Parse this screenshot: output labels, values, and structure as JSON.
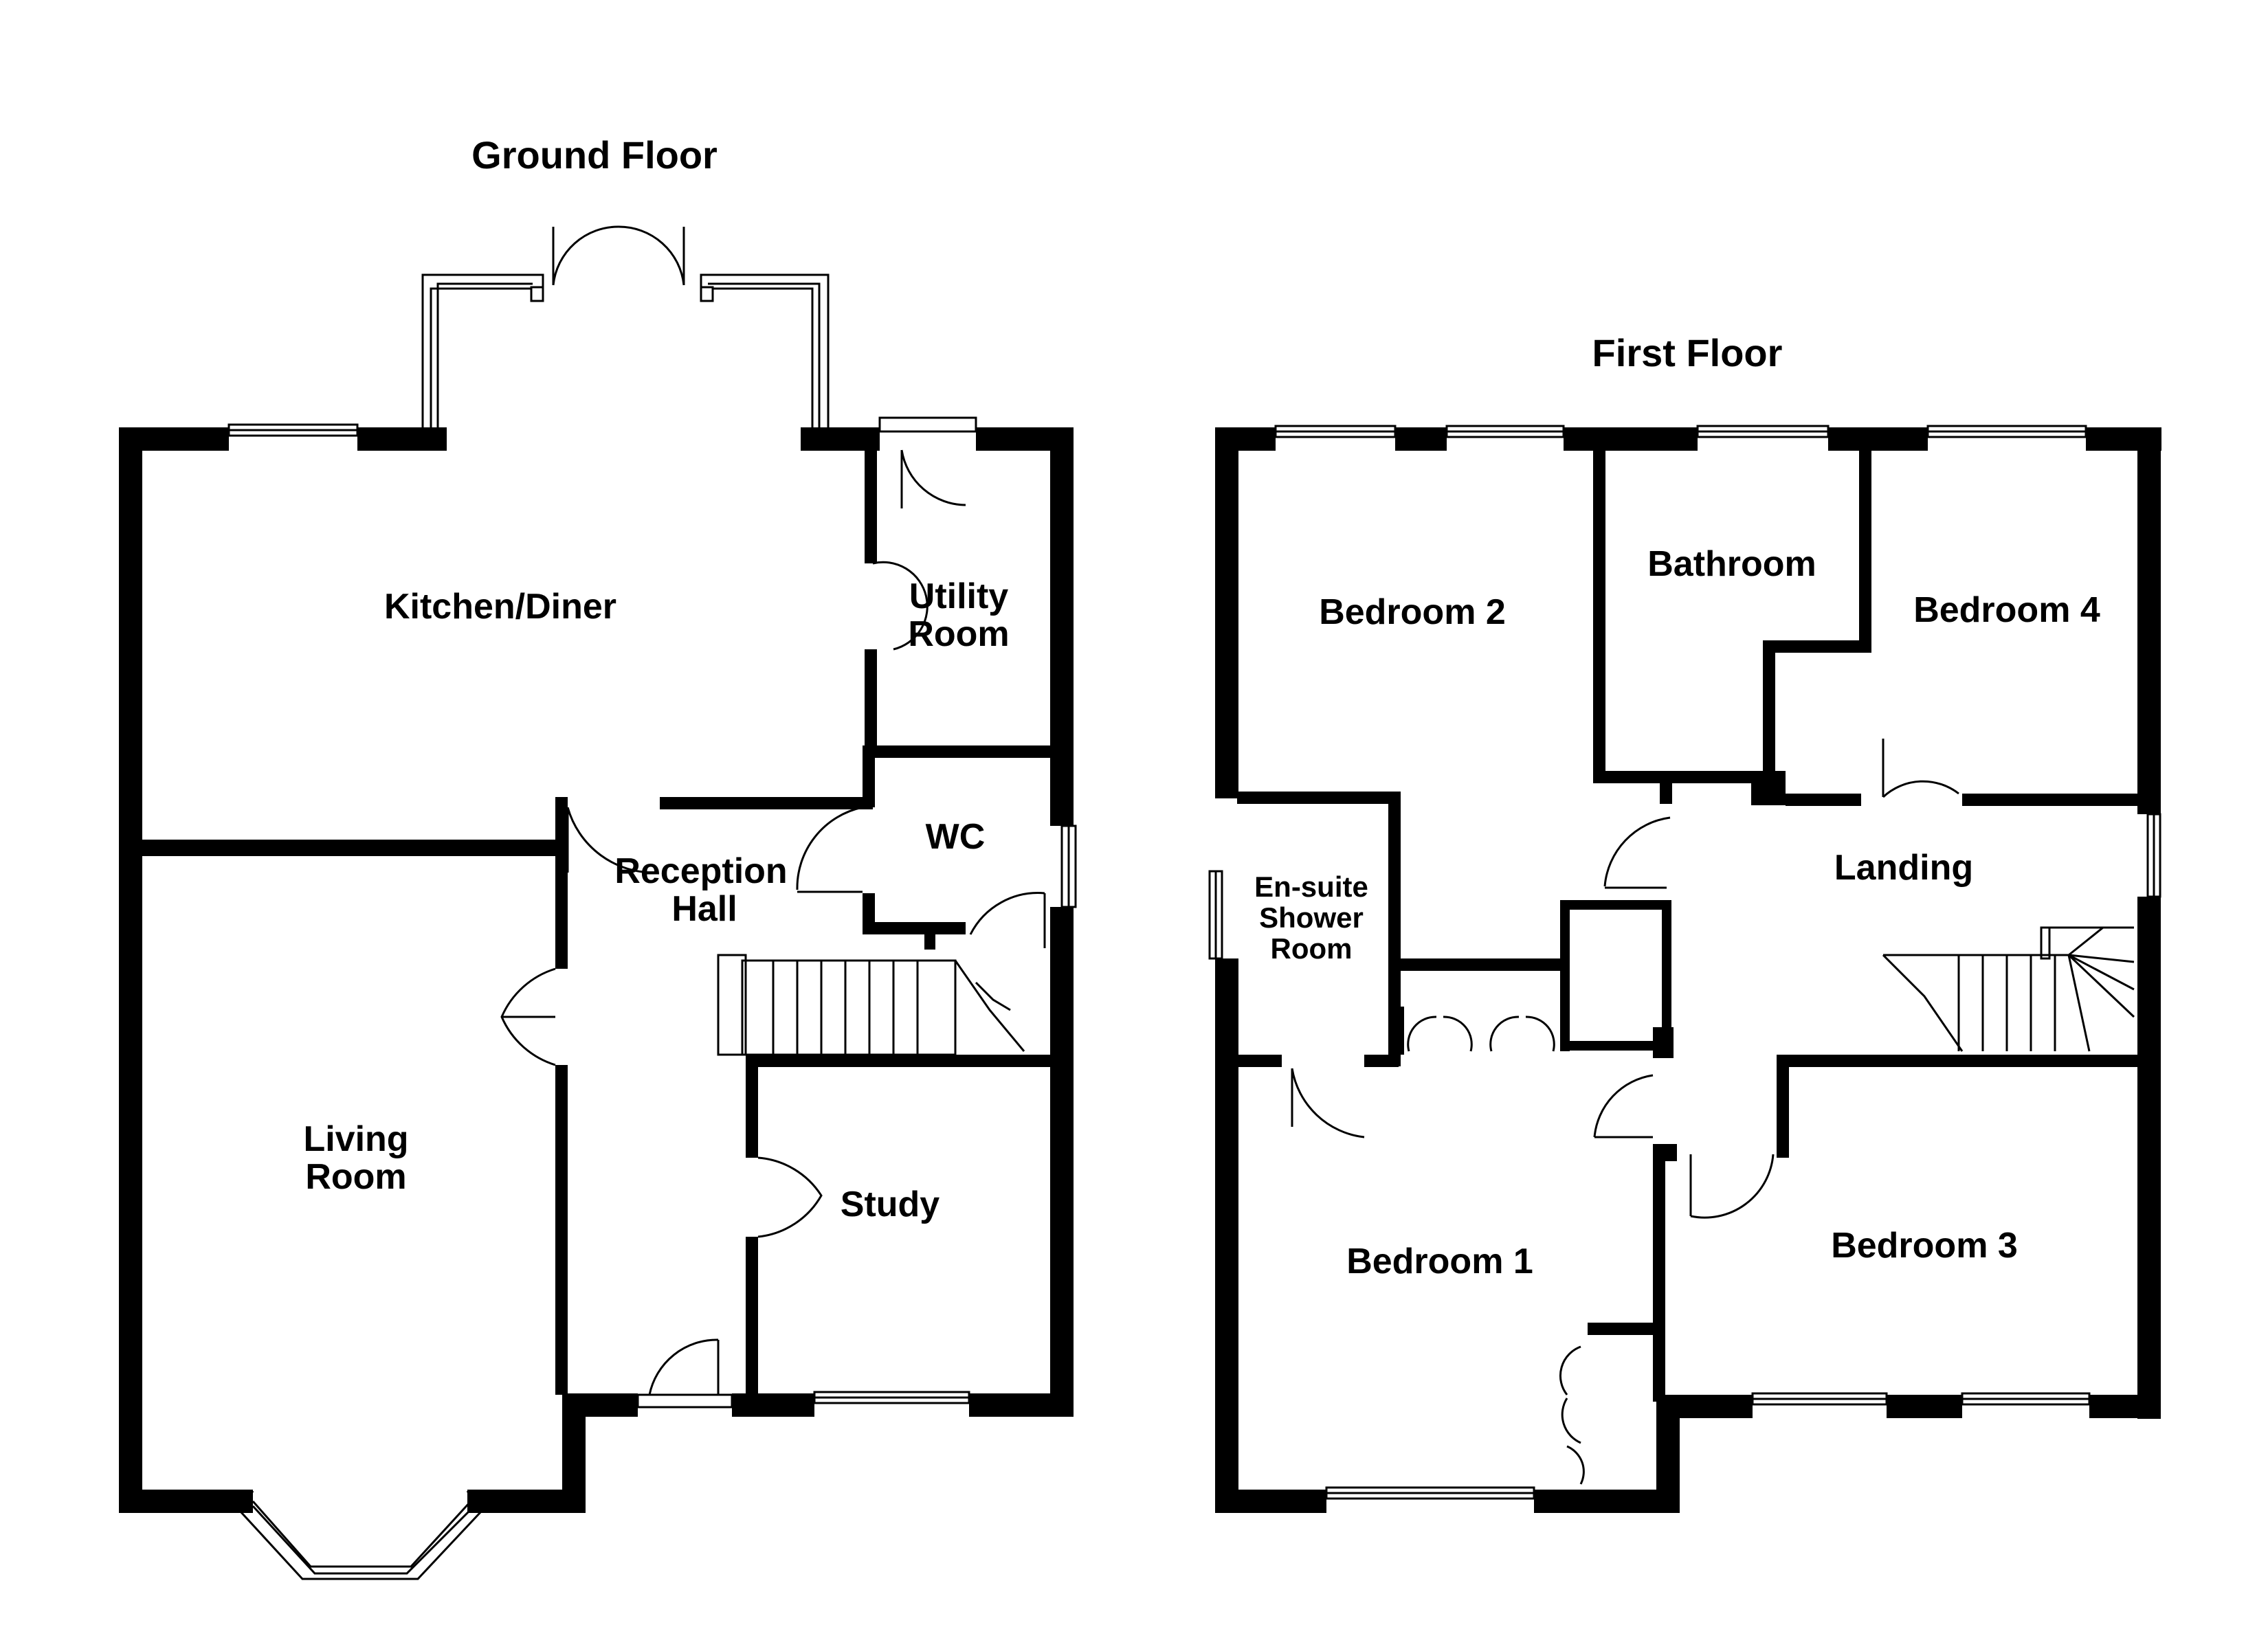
{
  "floors": {
    "ground": {
      "title": "Ground Floor",
      "rooms": {
        "kitchen_diner": "Kitchen/Diner",
        "utility_1": "Utility",
        "utility_2": "Room",
        "wc": "WC",
        "reception_1": "Reception",
        "reception_2": "Hall",
        "living_1": "Living",
        "living_2": "Room",
        "study": "Study"
      }
    },
    "first": {
      "title": "First Floor",
      "rooms": {
        "bedroom_2": "Bedroom 2",
        "bathroom": "Bathroom",
        "bedroom_4": "Bedroom 4",
        "landing": "Landing",
        "ensuite_1": "En-suite",
        "ensuite_2": "Shower",
        "ensuite_3": "Room",
        "bedroom_1": "Bedroom 1",
        "bedroom_3": "Bedroom 3"
      }
    }
  },
  "colors": {
    "wall": "#000000",
    "background": "#ffffff"
  }
}
